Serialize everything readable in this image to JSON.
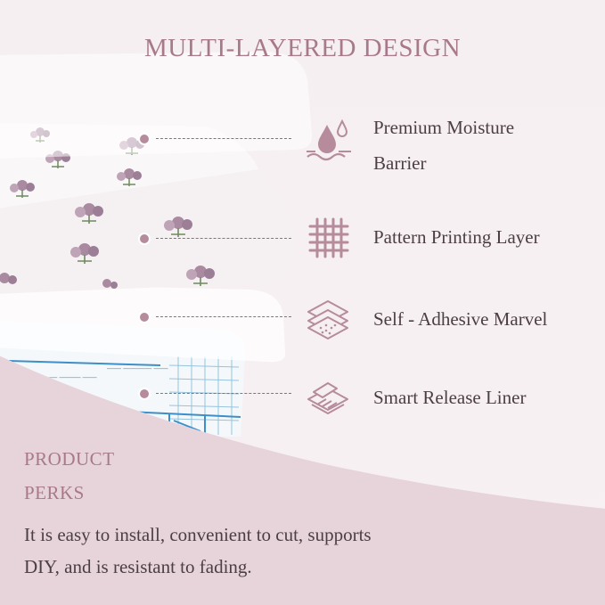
{
  "header": {
    "title": "MULTI-LAYERED DESIGN"
  },
  "layers": [
    {
      "label_line1": "Premium Moisture",
      "label_line2": "Barrier",
      "icon": "moisture-drops-icon"
    },
    {
      "label_line1": "Pattern Printing Layer",
      "icon": "grid-pattern-icon"
    },
    {
      "label_line1": "Self - Adhesive Marvel",
      "icon": "adhesive-layers-icon"
    },
    {
      "label_line1": "Smart Release Liner",
      "icon": "release-liner-icon"
    }
  ],
  "perks": {
    "title_line1": "PRODUCT",
    "title_line2": "PERKS",
    "text_line1": "It is easy to install, convenient to cut, supports",
    "text_line2": "DIY, and is resistant to fading."
  },
  "colors": {
    "accent": "#a8798a",
    "text": "#4c3f44",
    "background": "#f6eff1",
    "bottom_band": "#e6d4da"
  }
}
